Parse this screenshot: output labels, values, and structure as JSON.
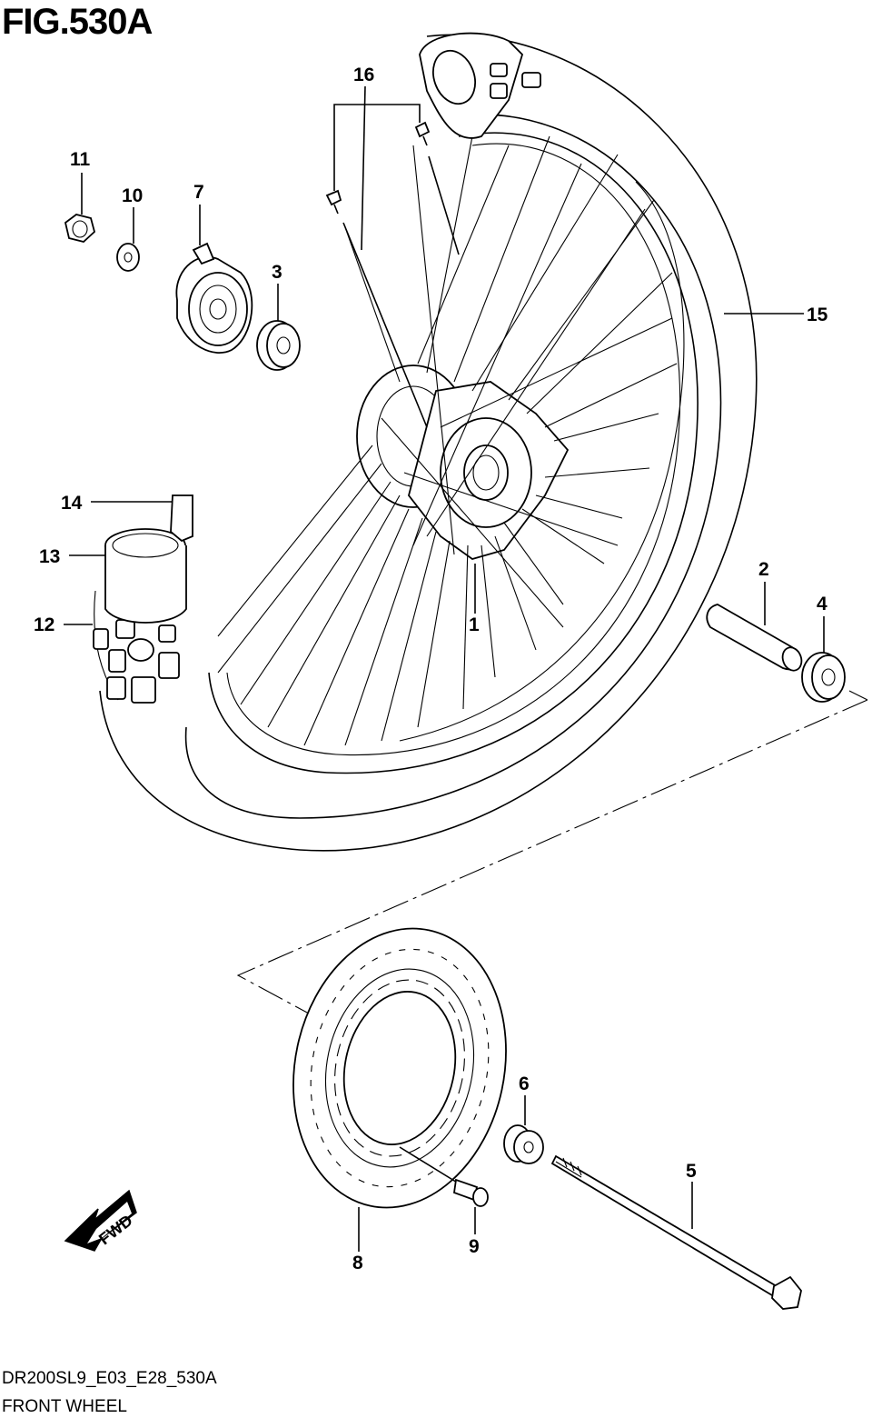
{
  "figure": {
    "title": "FIG.530A",
    "code": "DR200SL9_E03_E28_530A",
    "name": "FRONT WHEEL"
  },
  "fwd_label": "FWD",
  "callouts": [
    {
      "id": "c1",
      "number": "1"
    },
    {
      "id": "c2",
      "number": "2"
    },
    {
      "id": "c3",
      "number": "3"
    },
    {
      "id": "c4",
      "number": "4"
    },
    {
      "id": "c5",
      "number": "5"
    },
    {
      "id": "c6",
      "number": "6"
    },
    {
      "id": "c7",
      "number": "7"
    },
    {
      "id": "c8",
      "number": "8"
    },
    {
      "id": "c9",
      "number": "9"
    },
    {
      "id": "c10",
      "number": "10"
    },
    {
      "id": "c11",
      "number": "11"
    },
    {
      "id": "c12",
      "number": "12"
    },
    {
      "id": "c13",
      "number": "13"
    },
    {
      "id": "c14",
      "number": "14"
    },
    {
      "id": "c15",
      "number": "15"
    },
    {
      "id": "c16",
      "number": "16"
    }
  ]
}
